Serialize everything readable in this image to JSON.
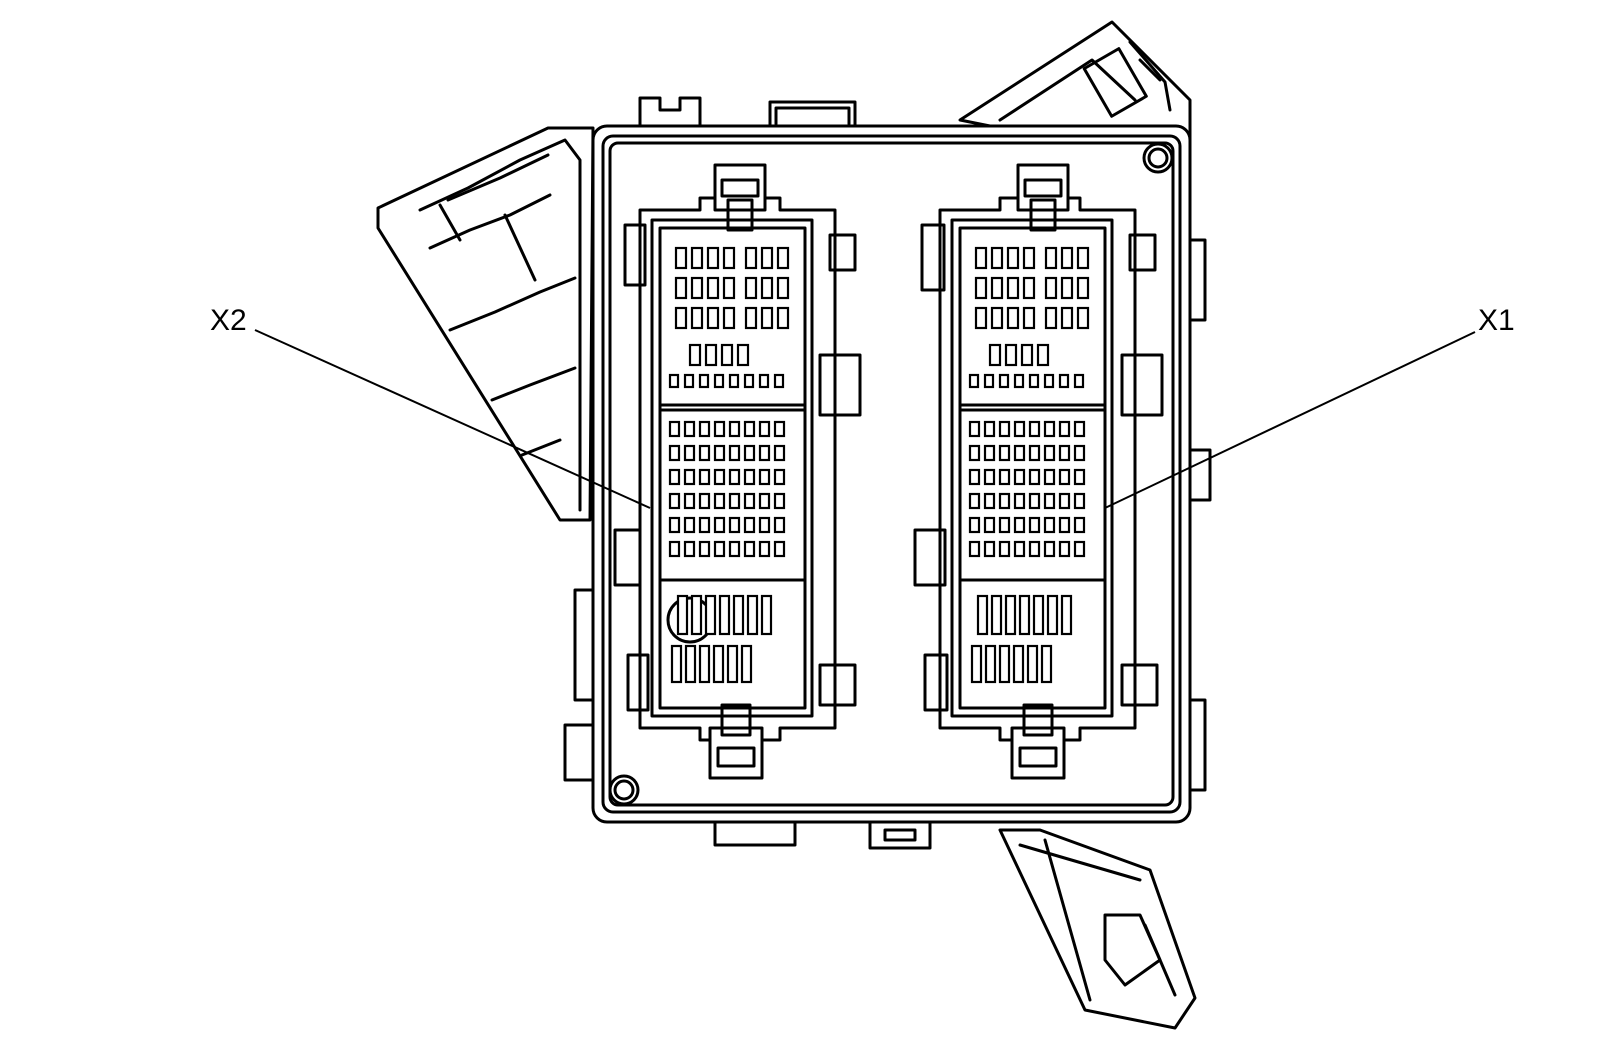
{
  "diagram": {
    "callouts": [
      {
        "id": "x2",
        "label": "X2"
      },
      {
        "id": "x1",
        "label": "X1"
      }
    ]
  },
  "colors": {
    "line": "#000000",
    "fill": "#ffffff"
  }
}
